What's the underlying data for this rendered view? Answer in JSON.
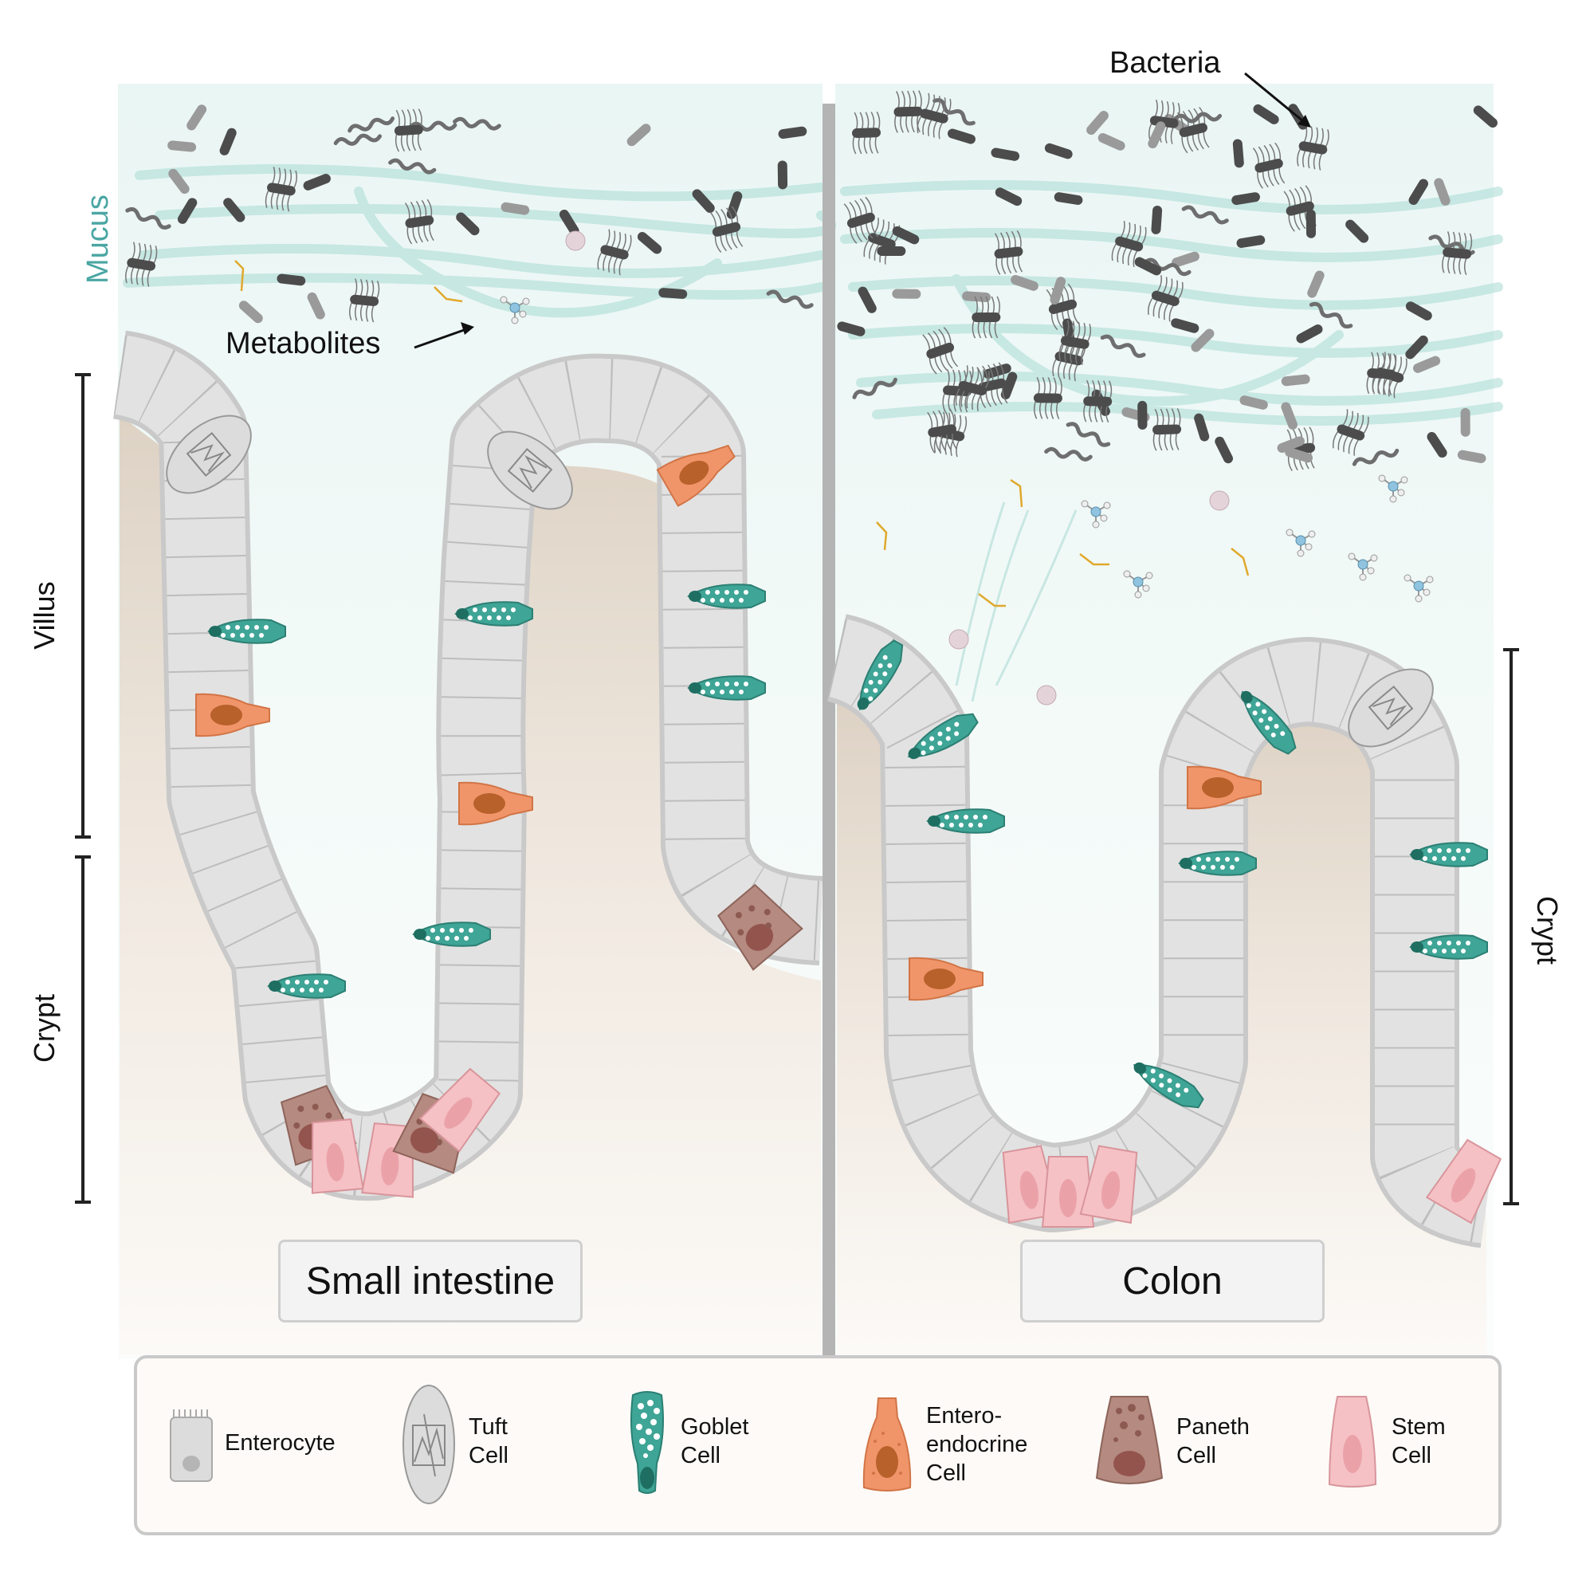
{
  "labels": {
    "mucus": "Mucus",
    "villus": "Villus",
    "crypt_left": "Crypt",
    "crypt_right": "Crypt",
    "metabolites": "Metabolites",
    "bacteria": "Bacteria"
  },
  "regions": {
    "small_intestine": "Small intestine",
    "colon": "Colon"
  },
  "legend": [
    {
      "line1": "Enterocyte",
      "line2": "",
      "line3": "",
      "icon": "enterocyte-icon"
    },
    {
      "line1": "Tuft",
      "line2": "Cell",
      "line3": "",
      "icon": "tuft-cell-icon"
    },
    {
      "line1": "Goblet",
      "line2": "Cell",
      "line3": "",
      "icon": "goblet-cell-icon"
    },
    {
      "line1": "Entero-",
      "line2": "endocrine",
      "line3": "Cell",
      "icon": "enteroendocrine-cell-icon"
    },
    {
      "line1": "Paneth",
      "line2": "Cell",
      "line3": "",
      "icon": "paneth-cell-icon"
    },
    {
      "line1": "Stem",
      "line2": "Cell",
      "line3": "",
      "icon": "stem-cell-icon"
    }
  ],
  "colors": {
    "mucus_text": "#4aa6a3",
    "enterocyte": "#dcdcdc",
    "goblet": "#3fa596",
    "enteroendocrine": "#f0956a",
    "paneth": "#b58a80",
    "stem": "#f5c1c5",
    "tissue": "#e8ddd1"
  }
}
